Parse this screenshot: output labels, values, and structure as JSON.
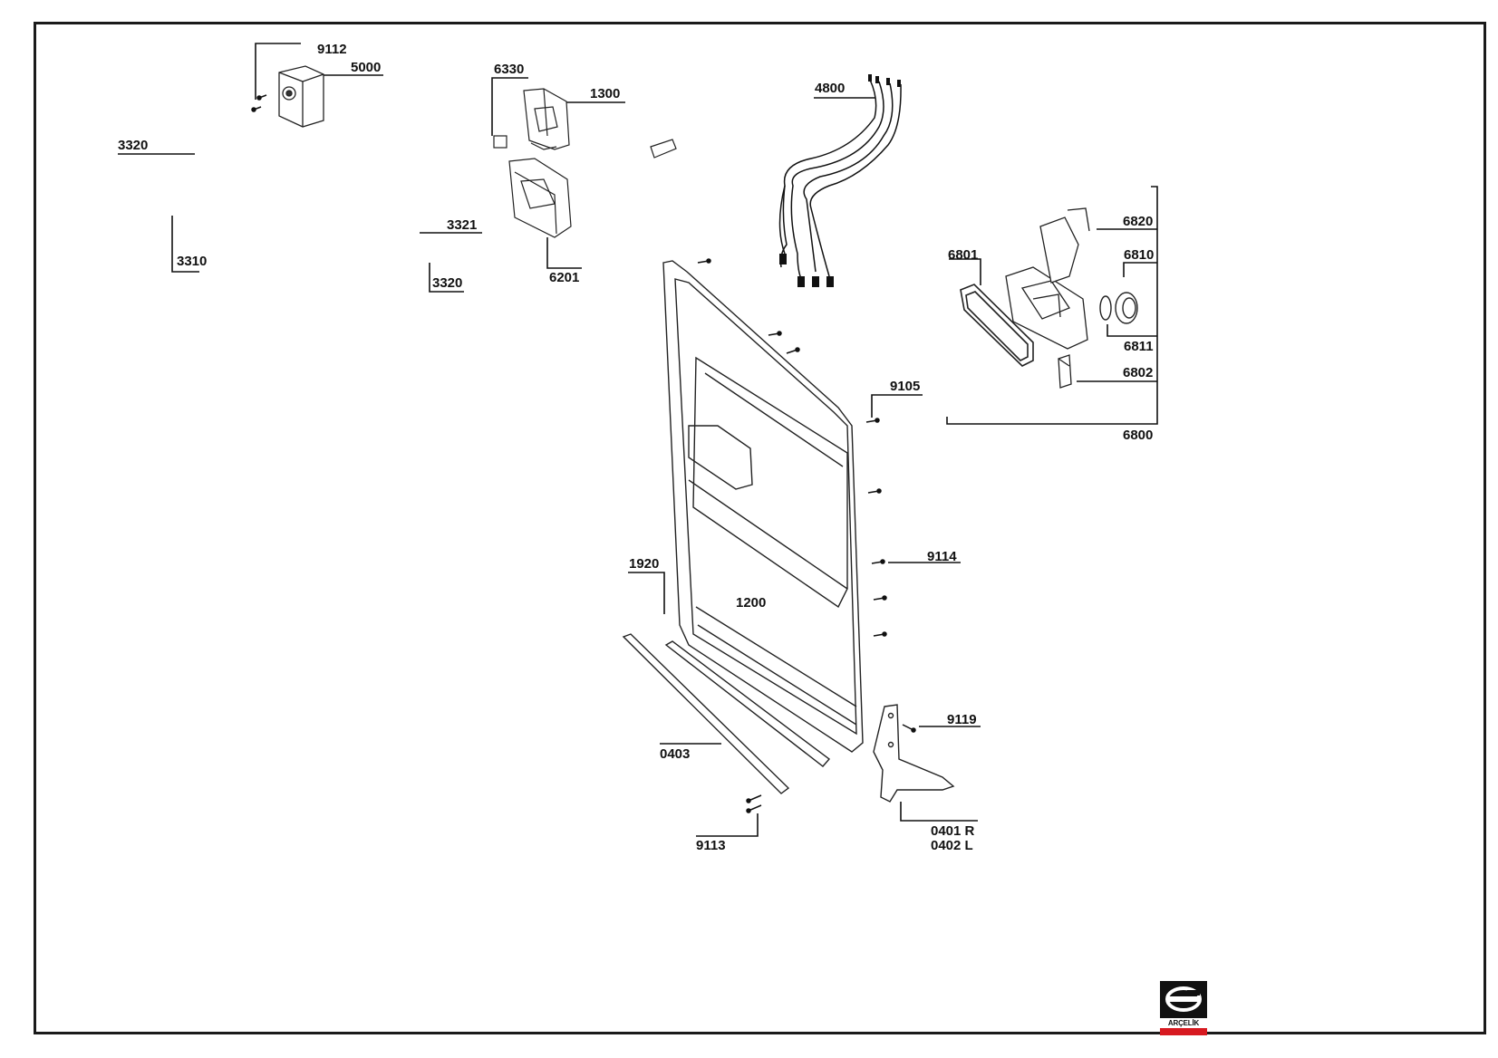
{
  "labels": {
    "p9112": "9112",
    "p5000": "5000",
    "p3320a": "3320",
    "p3310": "3310",
    "p6330": "6330",
    "p1300": "1300",
    "p3321": "3321",
    "p3320b": "3320",
    "p6201": "6201",
    "p4800": "4800",
    "p6820": "6820",
    "p6801": "6801",
    "p6810": "6810",
    "p6811": "6811",
    "p6802": "6802",
    "p6800": "6800",
    "p9105": "9105",
    "p9114": "9114",
    "p1920": "1920",
    "p1200": "1200",
    "p9119": "9119",
    "p0403": "0403",
    "p9113": "9113",
    "p0401": "0401 R",
    "p0402": "0402 L"
  },
  "logo": {
    "brand": "ARÇELİK",
    "accent_color": "#d71920",
    "icon": "arcelik-logo-icon"
  }
}
